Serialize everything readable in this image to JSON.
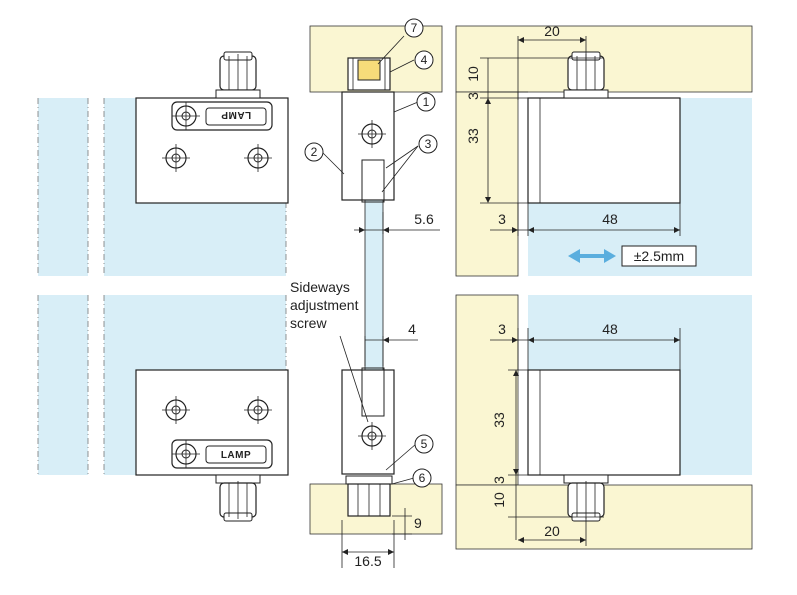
{
  "callouts": {
    "c1": "1",
    "c2": "2",
    "c3": "3",
    "c4": "4",
    "c5": "5",
    "c6": "6",
    "c7": "7"
  },
  "dimensions": {
    "top_width": "20",
    "top_3": "3",
    "top_10": "10",
    "top_height": "33",
    "top_offset": "3",
    "top_length": "48",
    "gap_5_6": "5.6",
    "gap_4": "4",
    "bottom_offset": "3",
    "bottom_length": "48",
    "bottom_height": "33",
    "bottom_3": "3",
    "bottom_10": "10",
    "bottom_width": "20",
    "depth_9": "9",
    "width_16_5": "16.5"
  },
  "labels": {
    "adjustment_range": "±2.5mm",
    "sideways_line1": "Sideways",
    "sideways_line2": "adjustment",
    "sideways_line3": "screw",
    "logo_top": "LAMP",
    "logo_bottom": "LAMP"
  },
  "colors": {
    "glass": "#d8eef7",
    "wood": "#faf6d2",
    "arrow": "#5aaede"
  }
}
